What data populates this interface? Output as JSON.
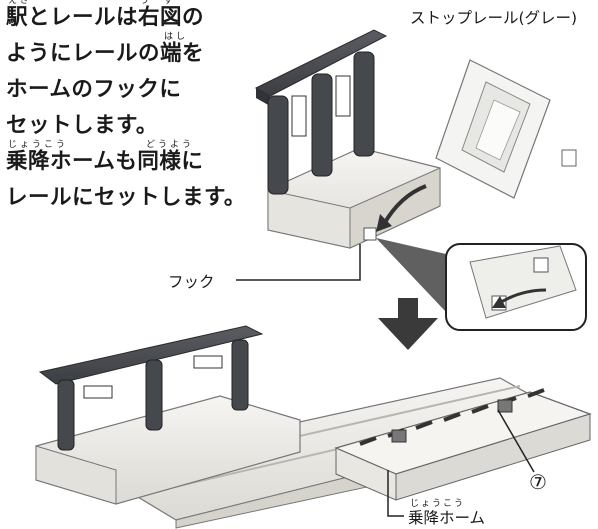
{
  "instructions": {
    "lines": [
      "駅とレールは右図の",
      "ようにレールの端を",
      "ホームのフックに",
      "セットします。",
      "乗降ホームも同様に",
      "レールにセットします。"
    ],
    "ruby": {
      "eki": "えき",
      "migi_zu": "う　ず",
      "hashi": "はし",
      "joukou": "じょうこう",
      "douyou": "どうよう"
    }
  },
  "labels": {
    "stop_rail": "ストップレール(グレー)",
    "hook": "フック",
    "platform": "乗降ホーム",
    "platform_ruby": "じょうこう",
    "part_number": "⑦"
  },
  "colors": {
    "roof": "#4a4d52",
    "pillar": "#3f4246",
    "base": "#f1f0ec",
    "outline": "#6b6b6b",
    "arrow": "#3a3a3a"
  }
}
